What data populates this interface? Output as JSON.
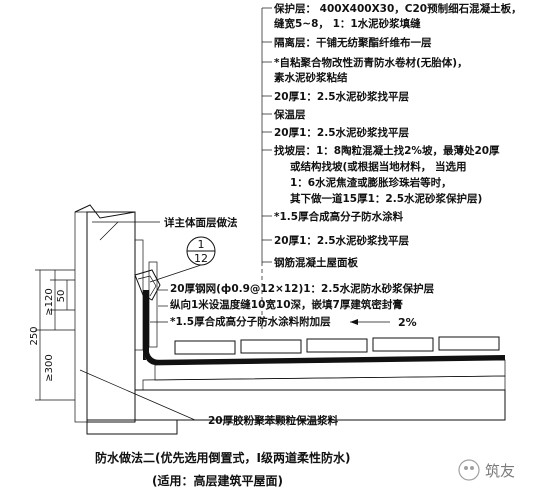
{
  "layers": [
    "保护层：  400X400X30，C20预制细石混凝土板，",
    "缝宽5~8，  1：1水泥砂浆填缝",
    "隔离层：干铺无纺聚酯纤维布一层",
    "*自粘聚合物改性沥青防水卷材(无胎体)，",
    "素水泥砂浆粘结",
    "20厚1：2.5水泥砂浆找平层",
    "保温层",
    "20厚1：2.5水泥砂浆找平层",
    "找坡层：1：8陶粒混凝土找2%坡，最薄处20厚",
    "或结构找坡(或根据当地材料，  当选用",
    "1：6水泥焦渣或膨胀珍珠岩等时，",
    "其下做一道15厚1：2.5水泥砂浆保护层)",
    "*1.5厚合成高分子防水涂料",
    "20厚1：2.5水泥砂浆找平层",
    "钢筋混凝土屋面板"
  ],
  "wall_note": "详主体面层做法",
  "detail_ref": {
    "top": "1",
    "bottom": "12"
  },
  "parapet_notes": [
    "20厚钢网(ф0.9@12×12)1：2.5水泥防水砂浆保护层",
    "纵向1米设温度缝10宽10深，嵌填7厚建筑密封膏",
    "*1.5厚合成高分子防水涂料附加层"
  ],
  "slope": "2%",
  "insulation_note": "20厚胶粉聚苯颗粒保温浆料",
  "dims": {
    "d1": "≥120",
    "d2": "50",
    "d3": "≥300",
    "d4": "250"
  },
  "caption": "防水做法二(优先选用倒置式，I级两道柔性防水)",
  "subcaption": "(适用：高层建筑平屋面)",
  "watermark": "筑友"
}
